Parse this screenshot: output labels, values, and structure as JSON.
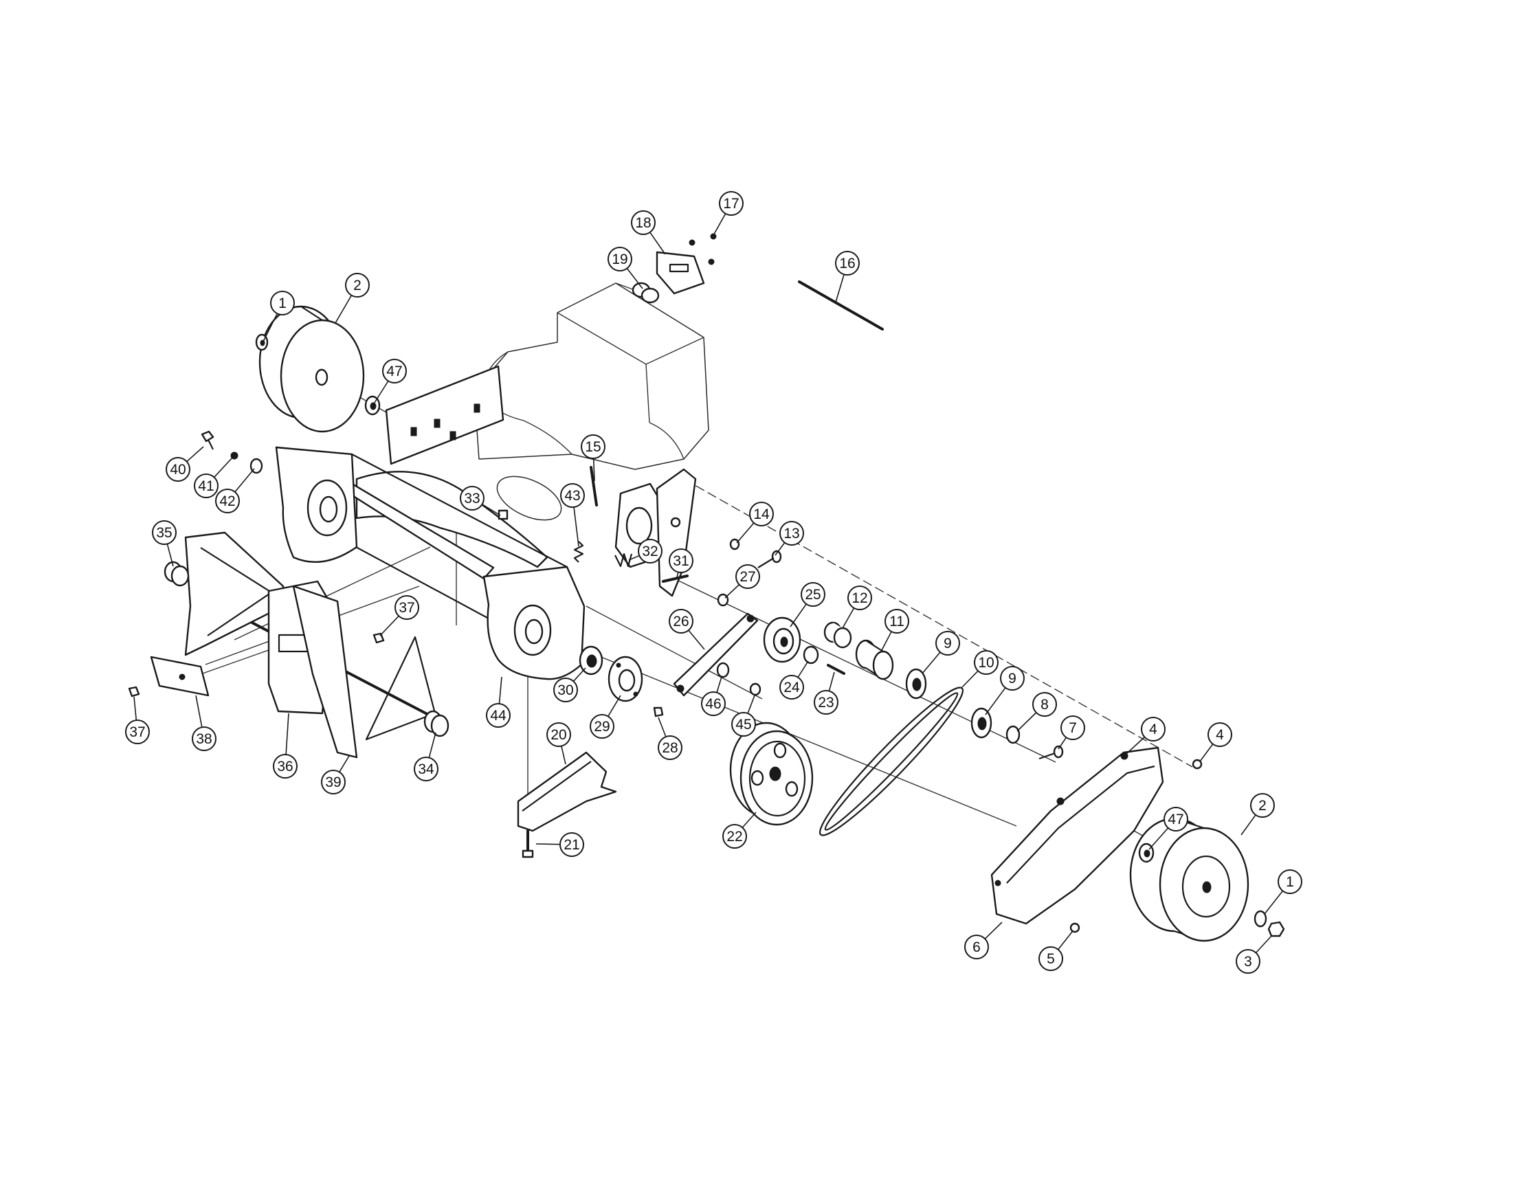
{
  "callouts": [
    "17",
    "18",
    "19",
    "16",
    "1",
    "2",
    "47",
    "40",
    "41",
    "42",
    "15",
    "33",
    "43",
    "14",
    "13",
    "35",
    "32",
    "31",
    "27",
    "25",
    "12",
    "11",
    "9",
    "10",
    "37",
    "26",
    "9",
    "8",
    "7",
    "30",
    "24",
    "23",
    "46",
    "45",
    "29",
    "44",
    "4",
    "4",
    "37",
    "38",
    "36",
    "39",
    "34",
    "28",
    "20",
    "47",
    "2",
    "22",
    "21",
    "1",
    "6",
    "5",
    "3"
  ]
}
